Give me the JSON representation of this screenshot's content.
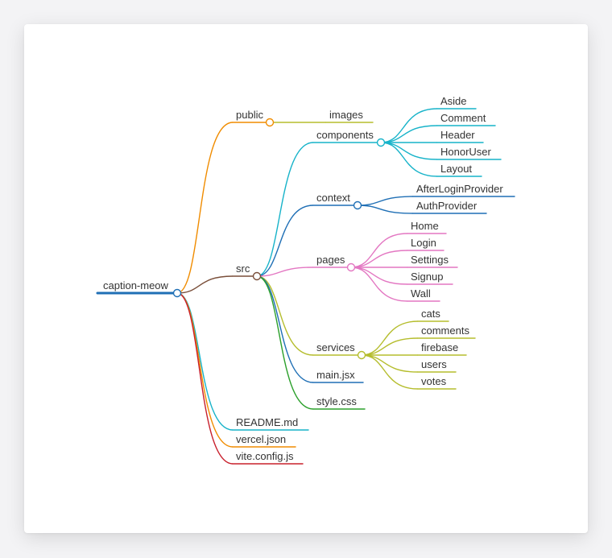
{
  "colors": {
    "root": "#1f6fb5",
    "orange": "#f08c00",
    "brown": "#7a4f3a",
    "teal": "#17b3c9",
    "blue": "#1f6fb5",
    "pink": "#e377c2",
    "olive": "#b5bd2d",
    "green": "#2ca02c",
    "red": "#c8202c"
  },
  "tree": {
    "label": "caption-meow",
    "color": "root",
    "children": [
      {
        "label": "public",
        "color": "orange",
        "children": [
          {
            "label": "images",
            "color": "olive",
            "children": []
          }
        ]
      },
      {
        "label": "src",
        "color": "brown",
        "children": [
          {
            "label": "components",
            "color": "teal",
            "children": [
              {
                "label": "Aside",
                "color": "teal",
                "children": []
              },
              {
                "label": "Comment",
                "color": "teal",
                "children": []
              },
              {
                "label": "Header",
                "color": "teal",
                "children": []
              },
              {
                "label": "HonorUser",
                "color": "teal",
                "children": []
              },
              {
                "label": "Layout",
                "color": "teal",
                "children": []
              }
            ]
          },
          {
            "label": "context",
            "color": "blue",
            "children": [
              {
                "label": "AfterLoginProvider",
                "color": "blue",
                "children": []
              },
              {
                "label": "AuthProvider",
                "color": "blue",
                "children": []
              }
            ]
          },
          {
            "label": "pages",
            "color": "pink",
            "children": [
              {
                "label": "Home",
                "color": "pink",
                "children": []
              },
              {
                "label": "Login",
                "color": "pink",
                "children": []
              },
              {
                "label": "Settings",
                "color": "pink",
                "children": []
              },
              {
                "label": "Signup",
                "color": "pink",
                "children": []
              },
              {
                "label": "Wall",
                "color": "pink",
                "children": []
              }
            ]
          },
          {
            "label": "services",
            "color": "olive",
            "children": [
              {
                "label": "cats",
                "color": "olive",
                "children": []
              },
              {
                "label": "comments",
                "color": "olive",
                "children": []
              },
              {
                "label": "firebase",
                "color": "olive",
                "children": []
              },
              {
                "label": "users",
                "color": "olive",
                "children": []
              },
              {
                "label": "votes",
                "color": "olive",
                "children": []
              }
            ]
          },
          {
            "label": "main.jsx",
            "color": "blue",
            "children": []
          },
          {
            "label": "style.css",
            "color": "green",
            "children": []
          }
        ]
      },
      {
        "label": "README.md",
        "color": "teal",
        "children": []
      },
      {
        "label": "vercel.json",
        "color": "orange",
        "children": []
      },
      {
        "label": "vite.config.js",
        "color": "red",
        "children": []
      }
    ]
  }
}
